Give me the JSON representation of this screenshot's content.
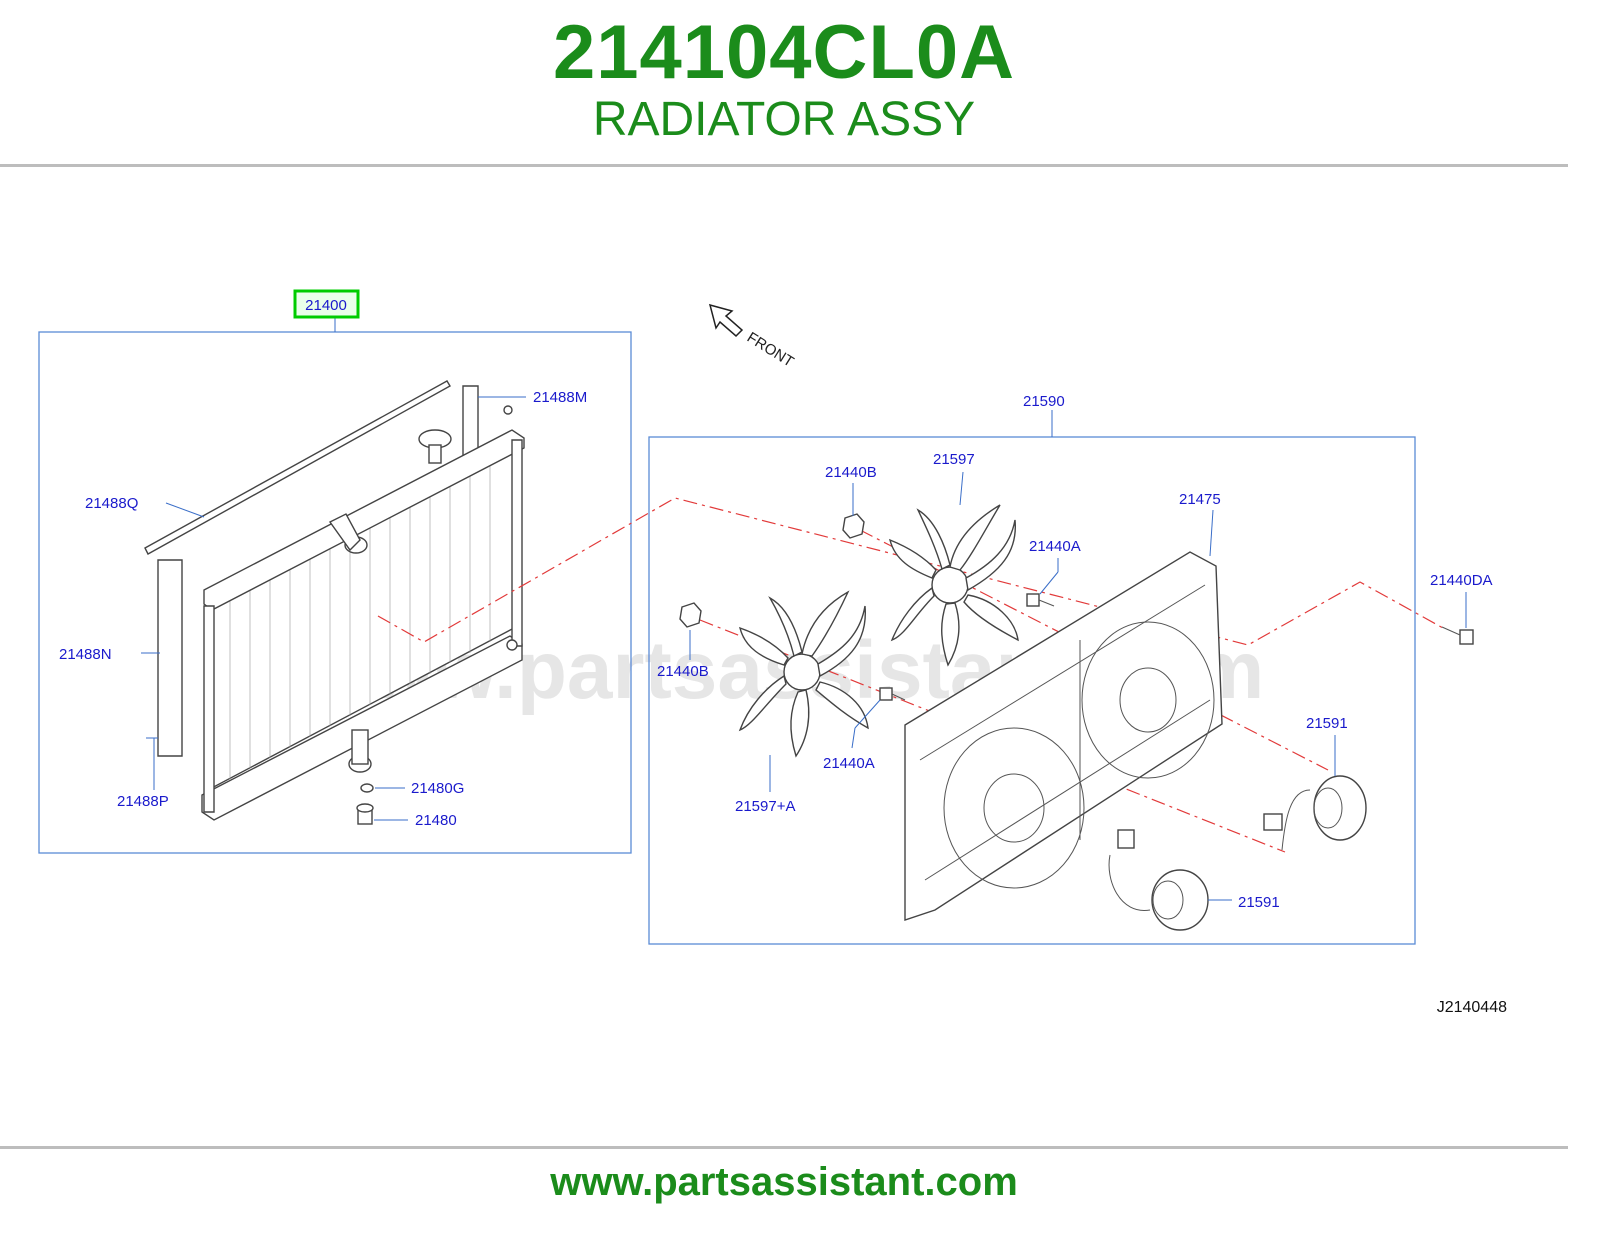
{
  "header": {
    "part_number": "214104CL0A",
    "part_name": "RADIATOR ASSY"
  },
  "diagram": {
    "watermark": "www.partsassistant.com",
    "front_label": "FRONT",
    "drawing_code": "J2140448",
    "highlight_color": "#00cc00",
    "callouts": {
      "c21400": "21400",
      "c21488M": "21488M",
      "c21488Q": "21488Q",
      "c21488N": "21488N",
      "c21488P": "21488P",
      "c21480G": "21480G",
      "c21480": "21480",
      "c21590": "21590",
      "c21440B_top": "21440B",
      "c21597": "21597",
      "c21475": "21475",
      "c21440A_top": "21440A",
      "c21440DA": "21440DA",
      "c21440B_left": "21440B",
      "c21440A_mid": "21440A",
      "c21597A": "21597+A",
      "c21591_right": "21591",
      "c21591_bottom": "21591"
    }
  },
  "footer": {
    "url": "www.partsassistant.com"
  }
}
